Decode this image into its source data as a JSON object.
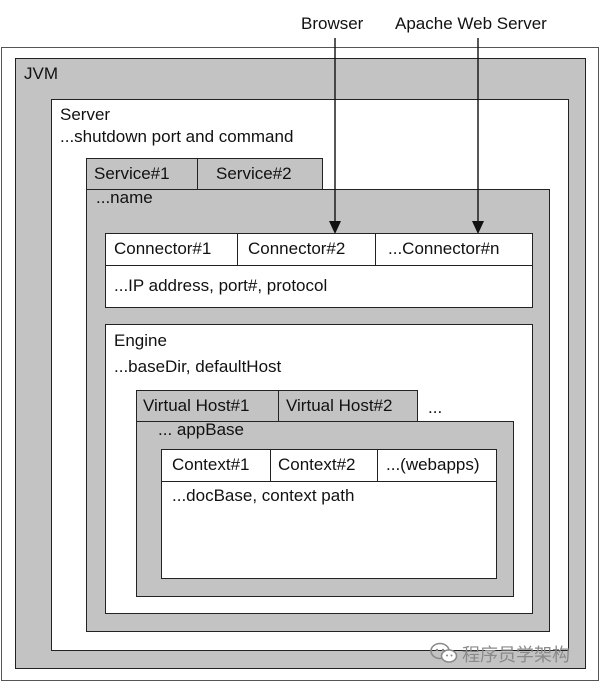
{
  "labels": {
    "browser": "Browser",
    "apache": "Apache Web Server",
    "jvm": "JVM",
    "server": "Server",
    "server_desc": "...shutdown port and command",
    "service1": "Service#1",
    "service2": "Service#2",
    "service_desc": "...name",
    "connector1": "Connector#1",
    "connector2": "Connector#2",
    "connectorN": "...Connector#n",
    "connector_desc": "...IP address, port#, protocol",
    "engine": "Engine",
    "engine_desc": "...baseDir, defaultHost",
    "vhost1": "Virtual Host#1",
    "vhost2": "Virtual Host#2",
    "vhost_more": "...",
    "vhost_desc": "... appBase",
    "context1": "Context#1",
    "context2": "Context#2",
    "context_more": "...(webapps)",
    "context_desc": "...docBase, context path"
  },
  "watermark": {
    "text": "程序员学架构",
    "icon": "wechat-icon"
  },
  "colors": {
    "gray_fill": "#c3c3c3",
    "border": "#222222",
    "watermark": "#8a8a8a"
  }
}
